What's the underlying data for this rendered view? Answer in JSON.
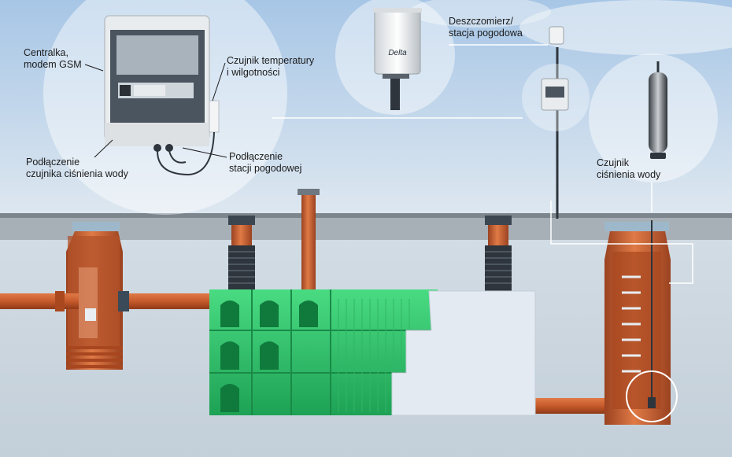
{
  "labels": {
    "central_unit": [
      "Centralka,",
      "modem GSM"
    ],
    "temp_humidity_sensor": [
      "Czujnik temperatury",
      "i wilgotności"
    ],
    "pressure_sensor_connection": [
      "Podłączenie",
      "czujnika ciśnienia wody"
    ],
    "weather_station_connection": [
      "Podłączenie",
      "stacji pogodowej"
    ],
    "rain_gauge": [
      "Deszczomierz/",
      "stacja pogodowa"
    ],
    "water_pressure_sensor": [
      "Czujnik",
      "ciśnienia wody"
    ]
  },
  "rain_gauge_brand": "Delta",
  "colors": {
    "sky": "#b9d3ea",
    "wall": "#c9d4dd",
    "ground_surface": "#8c959c",
    "pipe_orange": "#c65a2c",
    "tank_green": "#2bc66a",
    "geotextile": "#dfe7ee",
    "bubble": "#ffffff"
  },
  "icons": [
    "control-cabinet",
    "rain-gauge",
    "water-pressure-probe",
    "wall-module",
    "infiltration-crates",
    "inspection-shaft"
  ]
}
